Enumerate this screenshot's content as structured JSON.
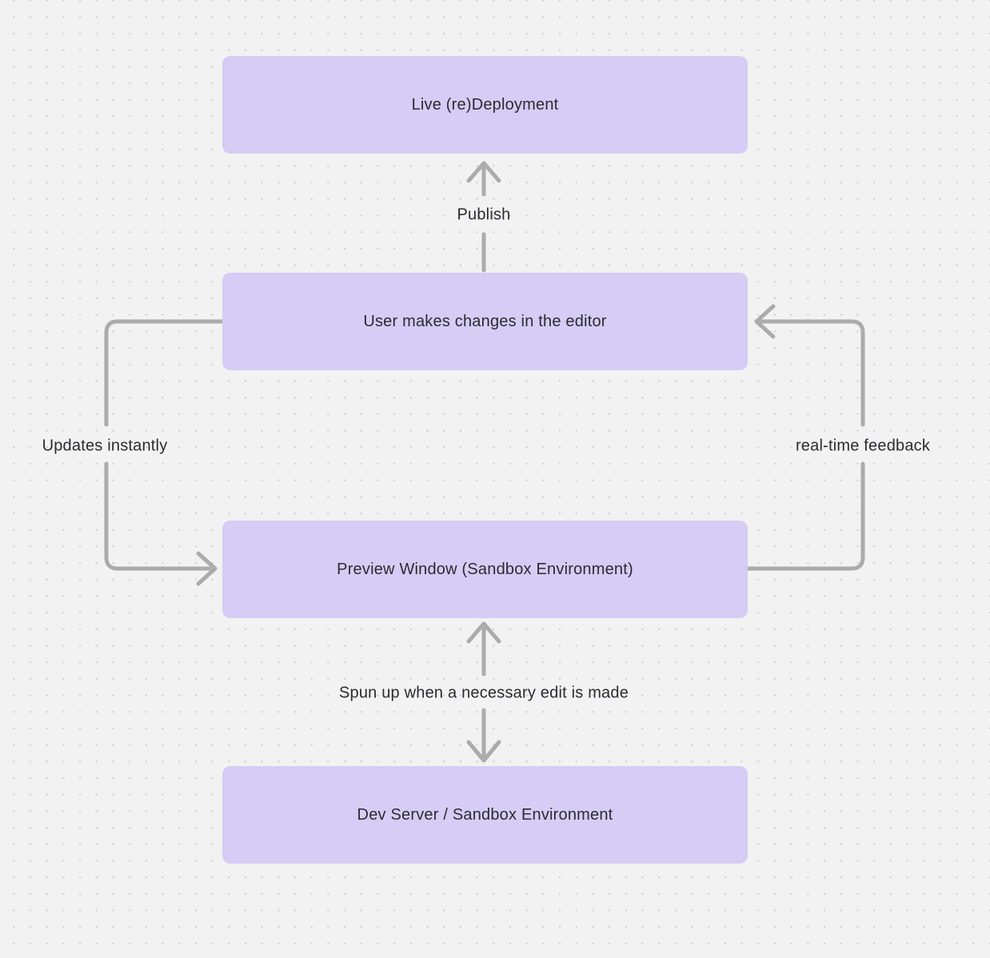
{
  "diagram": {
    "type": "flowchart",
    "nodes": [
      {
        "id": "live-deployment",
        "label": "Live (re)Deployment"
      },
      {
        "id": "editor",
        "label": "User makes changes in the editor"
      },
      {
        "id": "preview",
        "label": "Preview Window (Sandbox Environment)"
      },
      {
        "id": "dev-server",
        "label": "Dev Server / Sandbox Environment"
      }
    ],
    "edges": [
      {
        "id": "publish",
        "from": "editor",
        "to": "live-deployment",
        "direction": "up",
        "label": "Publish"
      },
      {
        "id": "updates-instantly",
        "from": "editor",
        "to": "preview",
        "direction": "left-loop",
        "label": "Updates instantly"
      },
      {
        "id": "realtime-feedback",
        "from": "preview",
        "to": "editor",
        "direction": "right-loop",
        "label": "real-time feedback"
      },
      {
        "id": "spun-up",
        "from": "preview",
        "to": "dev-server",
        "direction": "both",
        "label": "Spun up when a necessary edit is made"
      }
    ],
    "colors": {
      "background": "#f2f2f2",
      "dot": "#cfcfcf",
      "node_fill": "#d6ccf5",
      "arrow": "#ababab",
      "text": "#2b2b30"
    }
  }
}
